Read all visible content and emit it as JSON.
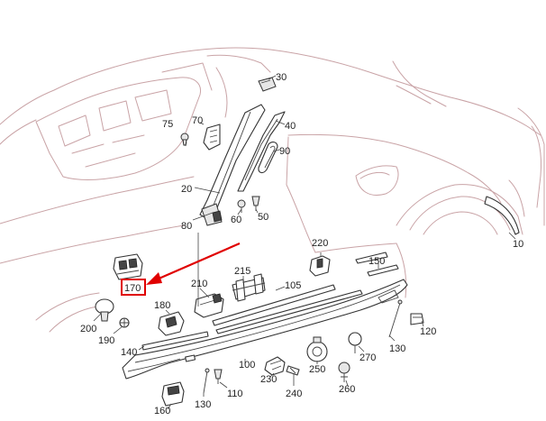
{
  "diagram": {
    "highlight": {
      "label": "170",
      "color": "#e00000"
    },
    "callouts": [
      {
        "id": "10",
        "label": "10"
      },
      {
        "id": "20",
        "label": "20"
      },
      {
        "id": "30",
        "label": "30"
      },
      {
        "id": "40",
        "label": "40"
      },
      {
        "id": "50",
        "label": "50"
      },
      {
        "id": "60",
        "label": "60"
      },
      {
        "id": "70",
        "label": "70"
      },
      {
        "id": "75",
        "label": "75"
      },
      {
        "id": "80",
        "label": "80"
      },
      {
        "id": "90",
        "label": "90"
      },
      {
        "id": "100",
        "label": "100"
      },
      {
        "id": "105",
        "label": "105"
      },
      {
        "id": "110",
        "label": "110"
      },
      {
        "id": "120",
        "label": "120"
      },
      {
        "id": "130a",
        "label": "130"
      },
      {
        "id": "130b",
        "label": "130"
      },
      {
        "id": "140",
        "label": "140"
      },
      {
        "id": "150",
        "label": "150"
      },
      {
        "id": "160",
        "label": "160"
      },
      {
        "id": "170",
        "label": "170"
      },
      {
        "id": "180",
        "label": "180"
      },
      {
        "id": "190",
        "label": "190"
      },
      {
        "id": "200",
        "label": "200"
      },
      {
        "id": "210",
        "label": "210"
      },
      {
        "id": "215",
        "label": "215"
      },
      {
        "id": "220",
        "label": "220"
      },
      {
        "id": "230",
        "label": "230"
      },
      {
        "id": "240",
        "label": "240"
      },
      {
        "id": "250",
        "label": "250"
      },
      {
        "id": "260",
        "label": "260"
      },
      {
        "id": "270",
        "label": "270"
      }
    ]
  }
}
